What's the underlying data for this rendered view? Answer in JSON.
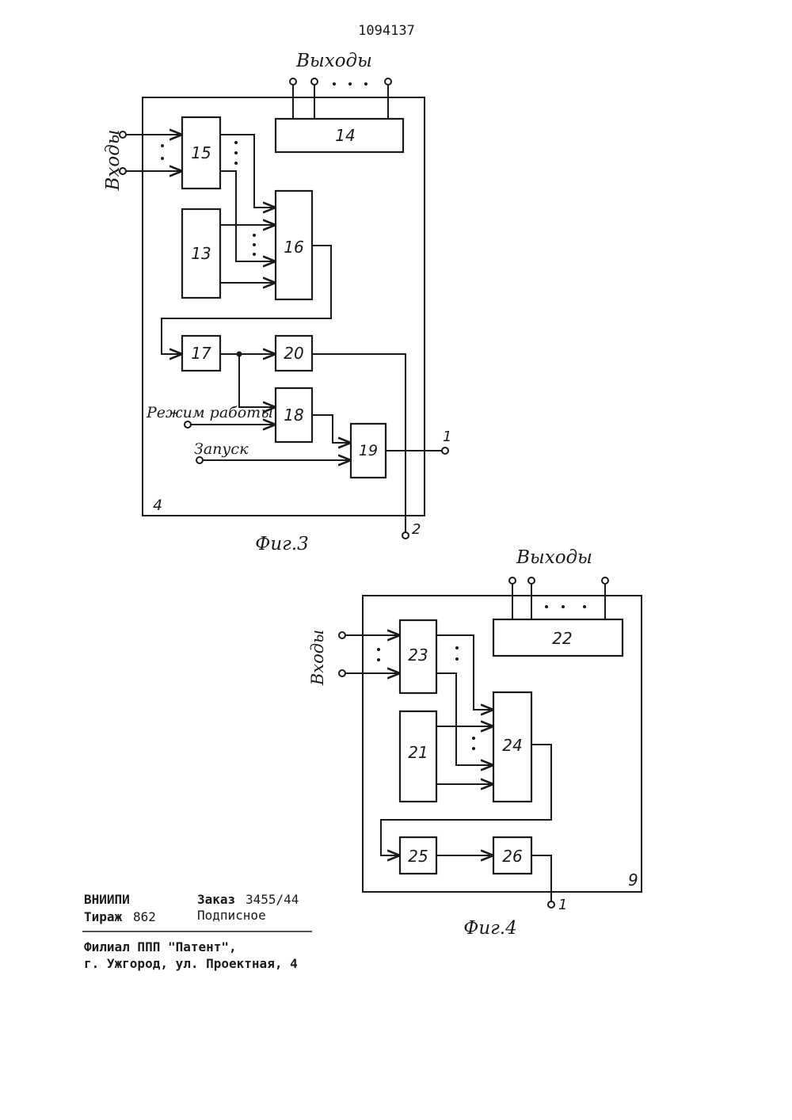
{
  "patent_number": "1094137",
  "fig3": {
    "caption": "Фиг.3",
    "outputs_label": "Выходы",
    "inputs_label": "Входы",
    "mode_label": "Режим работы",
    "start_label": "Запуск",
    "frame_number": "4",
    "output_1": "1",
    "output_2": "2",
    "blocks": {
      "b13": "13",
      "b14": "14",
      "b15": "15",
      "b16": "16",
      "b17": "17",
      "b18": "18",
      "b19": "19",
      "b20": "20"
    }
  },
  "fig4": {
    "caption": "Фиг.4",
    "outputs_label": "Выходы",
    "inputs_label": "Входы",
    "frame_number": "9",
    "output_1": "1",
    "blocks": {
      "b21": "21",
      "b22": "22",
      "b23": "23",
      "b24": "24",
      "b25": "25",
      "b26": "26"
    }
  },
  "imprint": {
    "org": "ВНИИПИ",
    "order_label": "Заказ",
    "order_value": "3455/44",
    "circulation_label": "Тираж",
    "circulation_value": "862",
    "subscription": "Подписное",
    "branch_line": "Филиал ППП \"Патент\",",
    "address_line": "г. Ужгород, ул. Проектная, 4"
  }
}
